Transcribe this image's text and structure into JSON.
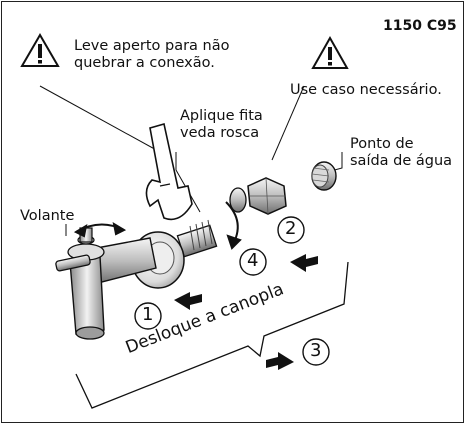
{
  "model_code": "1150 C95",
  "warnings": {
    "tight": "Leve aperto para não\nquebrar a conexão.",
    "use_if_needed": "Use caso necessário."
  },
  "labels": {
    "tape": "Aplique fita\nveda rosca",
    "water_outlet": "Ponto de\nsaída de água",
    "handle": "Volante",
    "move_flange": "Desloque a canopla"
  },
  "steps": [
    "1",
    "2",
    "3",
    "4"
  ],
  "icons": {
    "warning": "warning-triangle-icon",
    "wrench": "wrench-icon",
    "arrow": "arrow-icon"
  },
  "colors": {
    "line": "#1a1a1a",
    "metal_dark": "#7a7a7a",
    "metal_light": "#e8e8e8"
  }
}
